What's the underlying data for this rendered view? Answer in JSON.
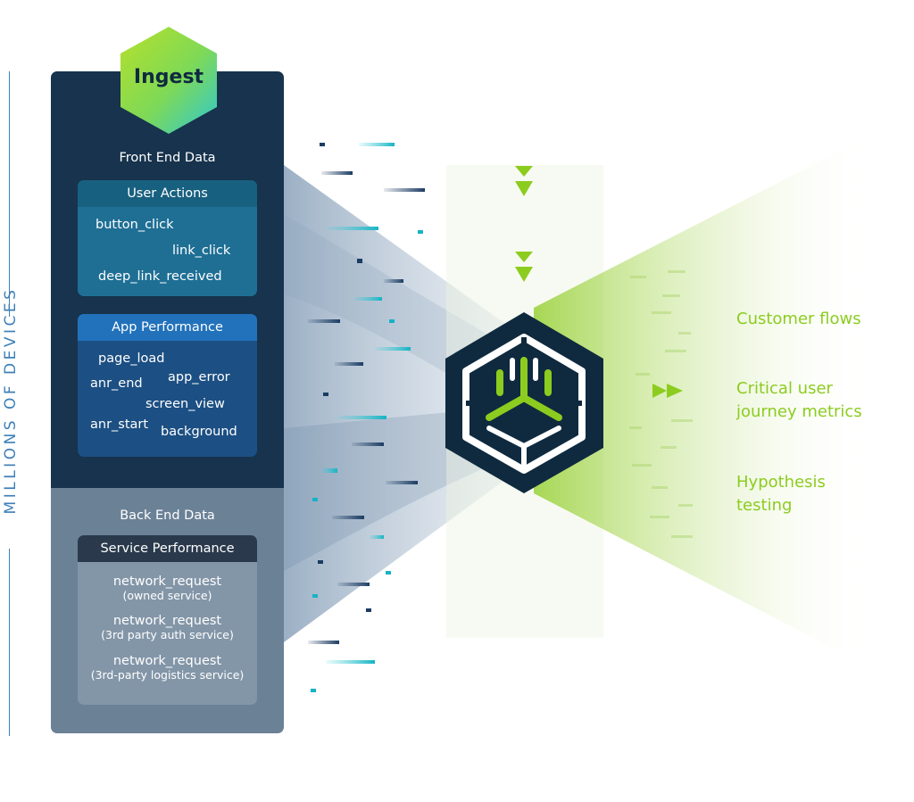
{
  "side_label": "MILLIONS OF DEVICES",
  "ingest_label": "Ingest",
  "front_end": {
    "title": "Front End Data",
    "user_actions": {
      "title": "User Actions",
      "events": [
        "button_click",
        "link_click",
        "deep_link_received"
      ]
    },
    "app_performance": {
      "title": "App Performance",
      "events": [
        "page_load",
        "app_error",
        "anr_end",
        "screen_view",
        "anr_start",
        "background"
      ]
    }
  },
  "back_end": {
    "title": "Back End Data",
    "service_performance": {
      "title": "Service Performance",
      "items": [
        {
          "name": "network_request",
          "detail": "(owned service)"
        },
        {
          "name": "network_request",
          "detail": "(3rd party auth service)"
        },
        {
          "name": "network_request",
          "detail": "(3rd-party logistics service)"
        }
      ]
    }
  },
  "outputs": [
    "Customer flows",
    "Critical user journey metrics",
    "Hypothesis testing"
  ],
  "colors": {
    "accent_green": "#8ccc1f",
    "navy": "#17334d",
    "slate": "#6b8196",
    "side_blue": "#3d7fb8",
    "hex_dark": "#0f2a3f"
  },
  "icons": [
    "ingest-hexagon-icon",
    "processing-hub-icon",
    "down-arrows-icon",
    "fast-forward-icon"
  ]
}
